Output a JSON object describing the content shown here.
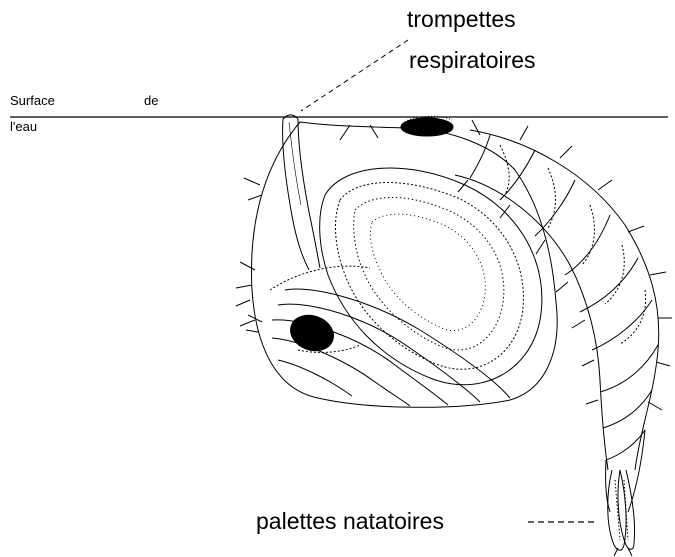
{
  "labels": {
    "surface_word": "Surface",
    "de_word": "de",
    "eau_word": "l'eau",
    "trompettes_line1": "trompettes",
    "trompettes_line2": "respiratoires",
    "palettes": "palettes natatoires"
  },
  "colors": {
    "ink": "#000000",
    "background": "#ffffff"
  }
}
